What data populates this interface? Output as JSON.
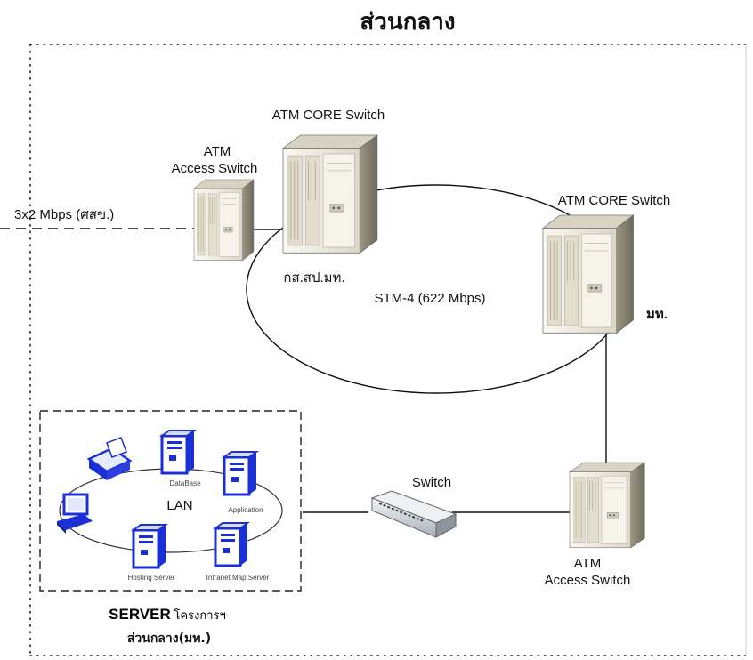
{
  "title": "ส่วนกลาง",
  "left_link_label": "3x2 Mbps (ศสข.)",
  "devices": {
    "core_switch_1": "ATM CORE  Switch",
    "access_switch_top_line1": "ATM",
    "access_switch_top_line2": "Access Switch",
    "core_switch_1_site": "กส.สป.มท.",
    "core_switch_2": "ATM CORE  Switch",
    "core_switch_2_site": "มท.",
    "ring_label": "STM-4 (622 Mbps)",
    "switch_label": "Switch",
    "access_switch_bottom_line1": "ATM",
    "access_switch_bottom_line2": "Access Switch"
  },
  "lan": {
    "label": "LAN",
    "servers": [
      "DataBase",
      "Application",
      "Hosting Server",
      "Intranet Map Server"
    ]
  },
  "server_caption": {
    "line1_bold": "SERVER",
    "line1_rest": " โครงการฯ",
    "line2": "ส่วนกลาง(มท.)"
  },
  "colors": {
    "tower_body": "#eeeadd",
    "tower_shadow": "#a09a88",
    "blue_icon": "#1a2fd6"
  }
}
